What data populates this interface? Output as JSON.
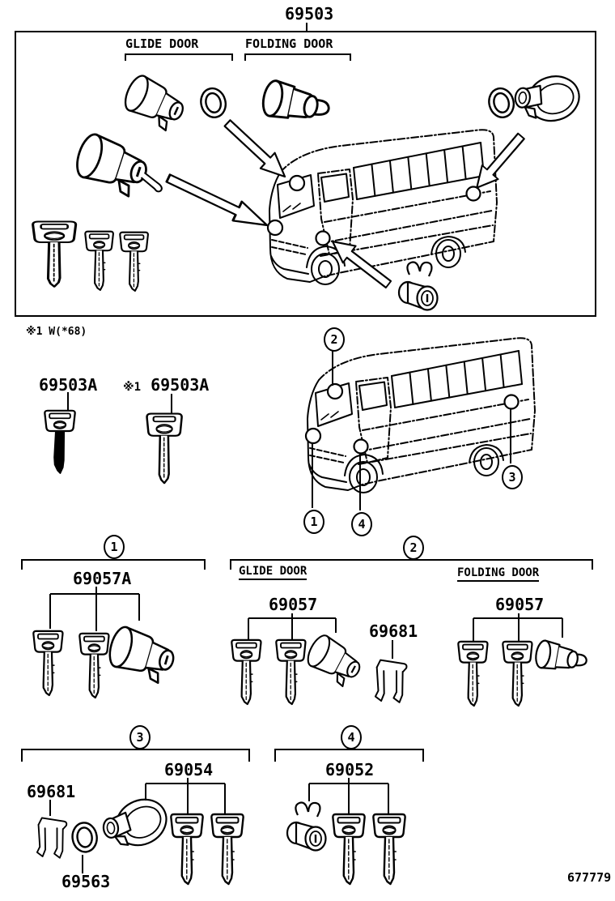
{
  "page": {
    "doc_number": "677779",
    "note": "※1 W(*68)"
  },
  "top_assembly": {
    "part_number": "69503",
    "glide_door_label": "GLIDE DOOR",
    "folding_door_label": "FOLDING DOOR"
  },
  "key_blanks": {
    "master_key_label": "69503A",
    "sub_key_prefix": "※1",
    "sub_key_label": "69503A"
  },
  "bus_callouts": {
    "n1": "1",
    "n2": "2",
    "n3": "3",
    "n4": "4"
  },
  "group1": {
    "number": "1",
    "key_set_label": "69057A"
  },
  "group2": {
    "number": "2",
    "glide_door_label": "GLIDE DOOR",
    "folding_door_label": "FOLDING DOOR",
    "glide_key_set_label": "69057",
    "glide_clip_label": "69681",
    "folding_key_set_label": "69057"
  },
  "group3": {
    "number": "3",
    "clip_label": "69681",
    "lock_set_label": "69054",
    "gasket_label": "69563"
  },
  "group4": {
    "number": "4",
    "lock_set_label": "69052"
  }
}
